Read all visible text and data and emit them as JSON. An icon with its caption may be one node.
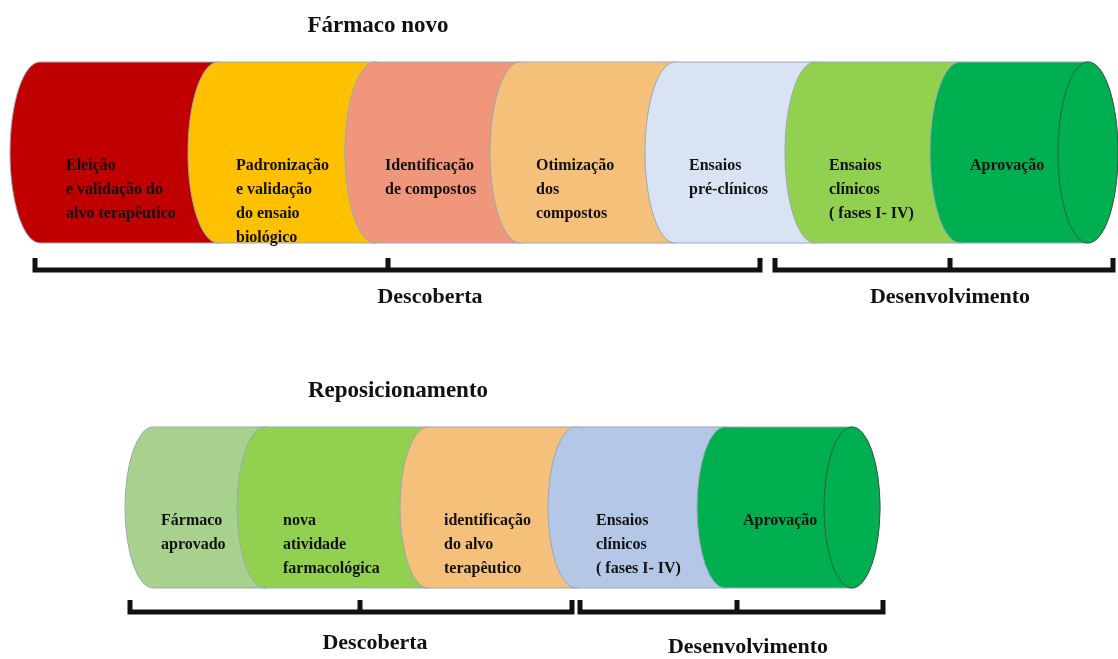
{
  "diagram": {
    "nodes": [
      {
        "text": [
          "Eleição e validação do alvo terapêutico"
        ]
      },
      {
        "text": [
          "Padronização e validação do ensaio biológico"
        ]
      },
      {
        "text": [
          "Identificação de compostos"
        ]
      },
      {
        "text": [
          "Otimização dos compostos"
        ]
      },
      {
        "text": [
          "Ensaios pré-clínicos"
        ]
      },
      {
        "text": [
          "Ensaios clínicos ( fases I- IV)"
        ]
      },
      {
        "text": [
          "Aprovação"
        ]
      },
      {
        "text": [
          "Fármaco aprovado"
        ]
      },
      {
        "text": [
          "nova atividade farmacológica"
        ]
      },
      {
        "text": [
          "identificação do alvo terapêutico"
        ]
      },
      {
        "text": [
          "Ensaios clínicos ( fases I- IV)"
        ]
      },
      {
        "text": [
          "Aprovação"
        ]
      }
    ],
    "labels": [
      "Fármaco novo",
      "Descoberta",
      "Desenvolvimento",
      "Reposicionamento",
      "Descoberta",
      "Desenvolvimento"
    ]
  }
}
